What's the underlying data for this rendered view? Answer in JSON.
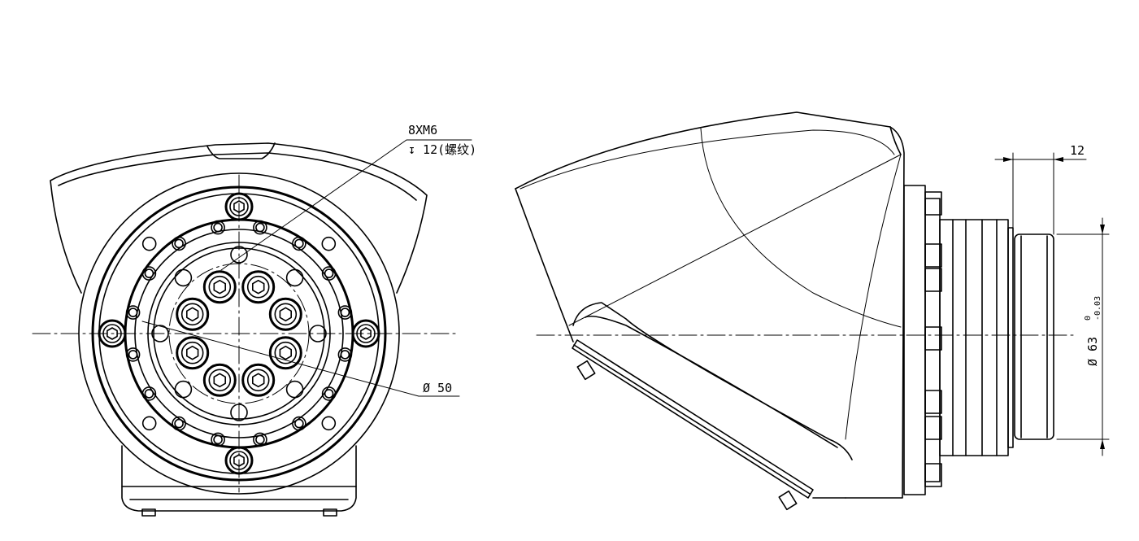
{
  "annotations": {
    "thread_spec": "8XM6",
    "thread_depth": "↧ 12(螺纹)",
    "bolt_circle_diameter": "Ø 50",
    "flange_thickness": "12",
    "shaft_diameter": "Ø 63",
    "shaft_tol_upper": "0",
    "shaft_tol_lower": "-0.03"
  }
}
